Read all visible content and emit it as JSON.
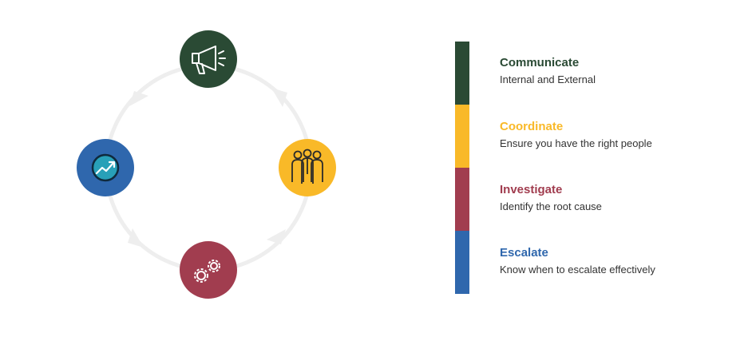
{
  "steps": [
    {
      "title": "Communicate",
      "description": "Internal and External",
      "color": "#2a4a34",
      "icon": "megaphone-icon"
    },
    {
      "title": "Coordinate",
      "description": "Ensure you have the right people",
      "color": "#f9b928",
      "icon": "team-people-icon"
    },
    {
      "title": "Investigate",
      "description": "Identify the root cause",
      "color": "#a13d4f",
      "icon": "gears-icon"
    },
    {
      "title": "Escalate",
      "description": "Know when to escalate effectively",
      "color": "#2f67ad",
      "icon": "trending-up-chart-icon"
    }
  ],
  "cycle": {
    "ring_color": "#eeeeee",
    "direction": "clockwise"
  }
}
